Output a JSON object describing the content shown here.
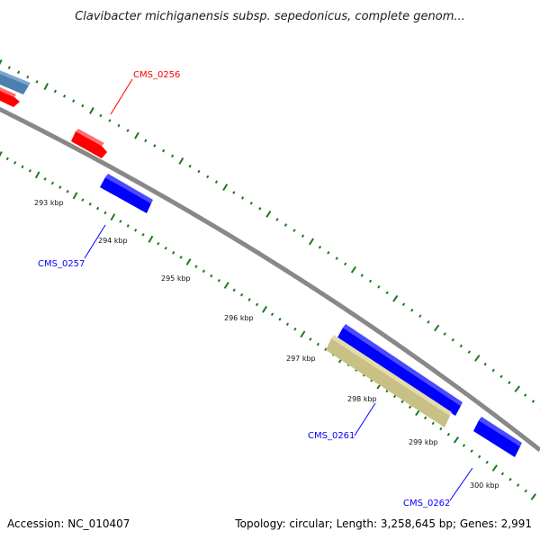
{
  "title": "Clavibacter michiganensis subsp. sepedonicus, complete genom...",
  "accession": "Accession: NC_010407",
  "summary": "Topology: circular; Length: 3,258,645 bp; Genes: 2,991",
  "colors": {
    "backbone": "#888888",
    "tick": "#1a7a1a",
    "forward_gene": "#ff0000",
    "reverse_gene": "#0000ff",
    "other_gene": "#4a7fb0",
    "rna_feature": "#c8c084"
  },
  "scale_labels": [
    "293 kbp",
    "294 kbp",
    "295 kbp",
    "296 kbp",
    "297 kbp",
    "298 kbp",
    "299 kbp",
    "300 kbp"
  ],
  "gene_labels": [
    {
      "text": "CMS_0256",
      "strand": "forward"
    },
    {
      "text": "CMS_0257",
      "strand": "reverse"
    },
    {
      "text": "CMS_0261",
      "strand": "reverse"
    },
    {
      "text": "CMS_0262",
      "strand": "reverse"
    }
  ]
}
